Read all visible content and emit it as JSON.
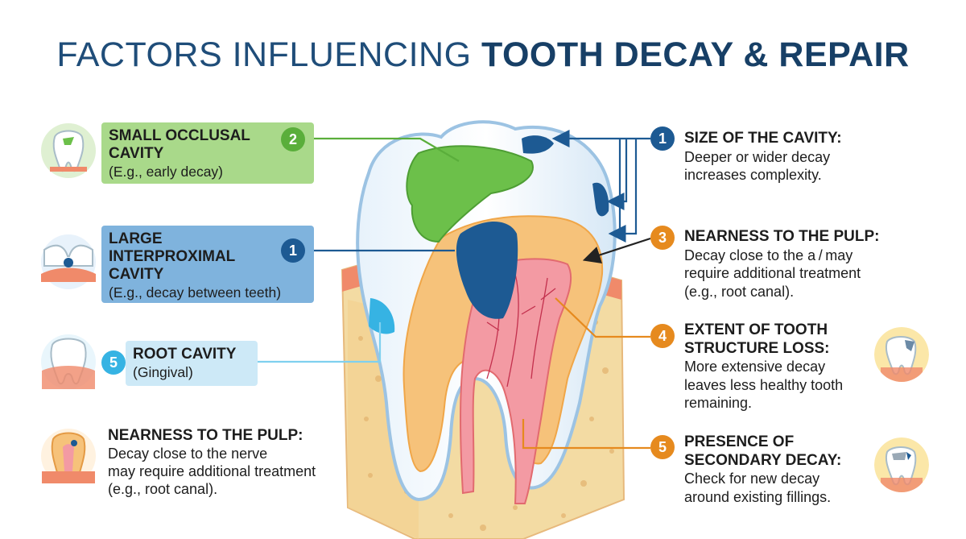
{
  "title": {
    "part1": "FACTORS INFLUENCING ",
    "part2": "TOOTH DECAY & REPAIR"
  },
  "left_labels": {
    "small_occlusal": {
      "number": "2",
      "heading": "SMALL OCCLUSAL CAVITY",
      "sub": "(E.g., early decay)",
      "color": "#a9d98a"
    },
    "large_interproximal": {
      "number": "1",
      "heading": "LARGE INTERPROXIMAL CAVITY",
      "sub": "(E.g., decay between teeth)",
      "color": "#7fb3dd"
    },
    "root_cavity": {
      "number": "5",
      "heading": "ROOT CAVITY",
      "sub": "(Gingival)",
      "color": "#cde9f7"
    },
    "nearness_pulp": {
      "heading": "NEARNESS TO THE PULP:",
      "body_line1": "Decay close to the nerve",
      "body_line2": "may require additional treatment",
      "body_line3": "(e.g., root canal)."
    }
  },
  "right_factors": [
    {
      "number": "1",
      "heading": "SIZE OF THE CAVITY:",
      "body_line1": "Deeper or wider decay",
      "body_line2": "increases complexity."
    },
    {
      "number": "3",
      "heading": "NEARNESS TO THE PULP:",
      "body_line1": "Decay close to the a / may",
      "body_line2": "require additional treatment",
      "body_line3": "(e.g., root canal)."
    },
    {
      "number": "4",
      "heading_line1": "EXTENT OF TOOTH",
      "heading_line2": "STRUCTURE LOSS:",
      "body_line1": "More extensive decay",
      "body_line2": "leaves less healthy tooth",
      "body_line3": "remaining."
    },
    {
      "number": "5",
      "heading_line1": "PRESENCE OF",
      "heading_line2": "SECONDARY DECAY:",
      "body_line1": "Check for new decay",
      "body_line2": "around existing fillings."
    }
  ],
  "colors": {
    "title": "#1f4d79",
    "green_decay": "#6cc04a",
    "blue_decay": "#1d5a93",
    "dentin": "#f6c27a",
    "pulp": "#f39aa3",
    "gum": "#f08a6a",
    "bone": "#f3dba3",
    "orange_accent": "#e68a1e"
  }
}
